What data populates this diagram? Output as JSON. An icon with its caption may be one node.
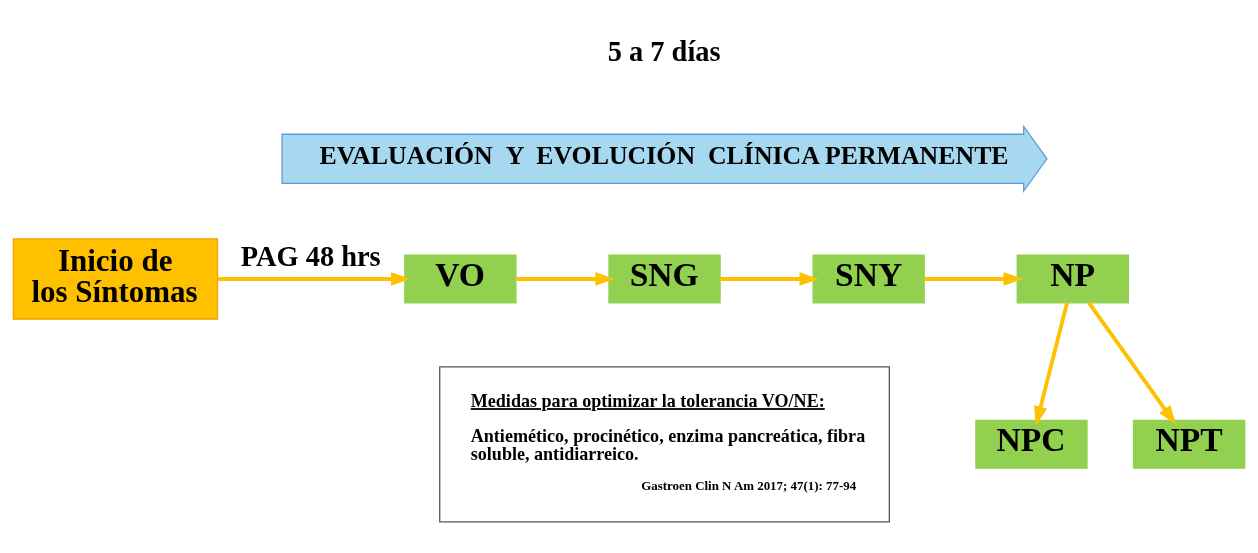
{
  "diagram": {
    "nodes": [
      {
        "text": [
          "Inicio de los Síntomas"
        ]
      },
      {
        "text": [
          "VO"
        ]
      },
      {
        "text": [
          "SNG"
        ]
      },
      {
        "text": [
          "SNY"
        ]
      },
      {
        "text": [
          "NP"
        ]
      },
      {
        "text": [
          "NPC"
        ]
      },
      {
        "text": [
          "NPT"
        ]
      },
      {
        "text": [
          "EVALUACIÓN  Y  EVOLUCIÓN  CLÍNICA PERMANENTE"
        ]
      },
      {
        "text": [
          "Medidas para optimizar la tolerancia VO/NE:",
          "Antiemético, procinético, enzima pancreática, fibra soluble, antidiarreico.",
          "Gastroen Clin N Am 2017; 47(1): 77-94"
        ]
      }
    ],
    "edges": [
      {
        "from": 0,
        "to": 1,
        "arrow": "to",
        "label": "PAG 48 hrs"
      },
      {
        "from": 1,
        "to": 2,
        "arrow": "to"
      },
      {
        "from": 2,
        "to": 3,
        "arrow": "to"
      },
      {
        "from": 3,
        "to": 4,
        "arrow": "to"
      },
      {
        "from": 4,
        "to": 5,
        "arrow": "to"
      },
      {
        "from": 4,
        "to": 6,
        "arrow": "to"
      }
    ],
    "labels": [
      "5 a 7 días"
    ]
  }
}
